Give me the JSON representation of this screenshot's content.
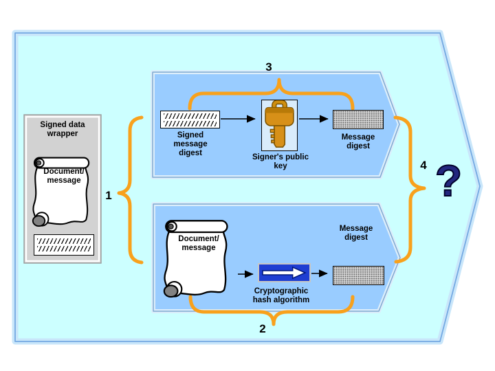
{
  "slide": {
    "wrapper_box": {
      "title": "Signed data wrapper",
      "scroll_label": "Document/ message"
    },
    "verify_flow": {
      "signed_digest_label": "Signed message digest",
      "public_key_label": "Signer's public key",
      "digest_label": "Message digest"
    },
    "hash_flow": {
      "scroll_label": "Document/ message",
      "hash_label": "Cryptographic hash algorithm",
      "digest_label": "Message digest"
    },
    "steps": {
      "s1": "1",
      "s2": "2",
      "s3": "3",
      "s4": "4"
    },
    "compare_mark": "?"
  },
  "icons": {
    "wrapper_scroll": "document-scroll",
    "flow_scroll": "document-scroll",
    "public_key": "gold-key",
    "hash_algorithm": "block-arrow-in-box",
    "signed_digest": "hatched-box",
    "plain_digest": "stippled-box"
  },
  "colors": {
    "outer_arrow_fill": "#ccffff",
    "outer_arrow_line": "#74a9e2",
    "outer_arrow_band": "#c9e6fa",
    "inner_arrow_fill": "#99ccff",
    "inner_arrow_line": "#7fa8d0",
    "inner_arrow_band": "#dceefb",
    "brace_orange": "#f8a11c",
    "question_navy": "#23277f",
    "key_gold": "#d79018",
    "hash_blue": "#1e3ed2",
    "wrapper_gray": "#d2d2d2"
  }
}
